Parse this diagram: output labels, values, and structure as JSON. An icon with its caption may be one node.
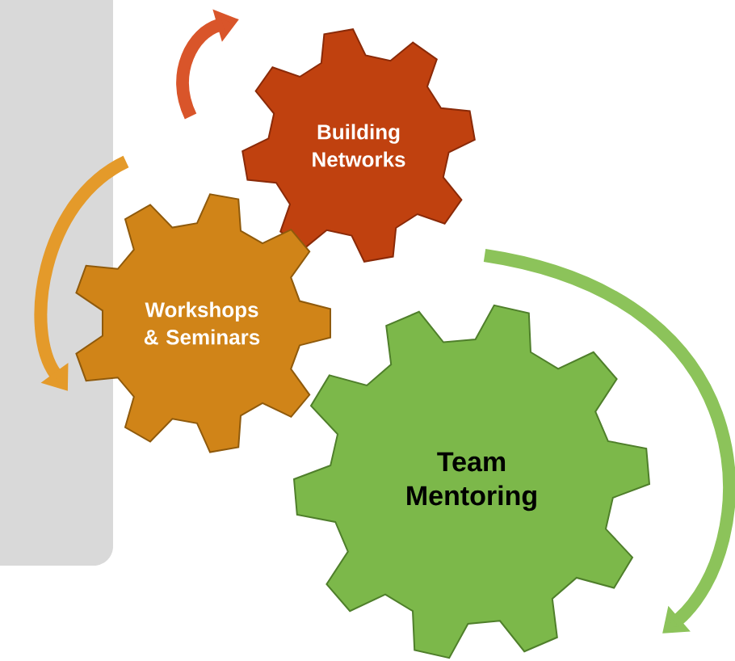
{
  "diagram": {
    "nodes": [
      {
        "text": [
          "Building Networks"
        ]
      },
      {
        "text": [
          "Workshops & Seminars"
        ]
      },
      {
        "text": [
          "Team Mentoring"
        ]
      }
    ]
  }
}
